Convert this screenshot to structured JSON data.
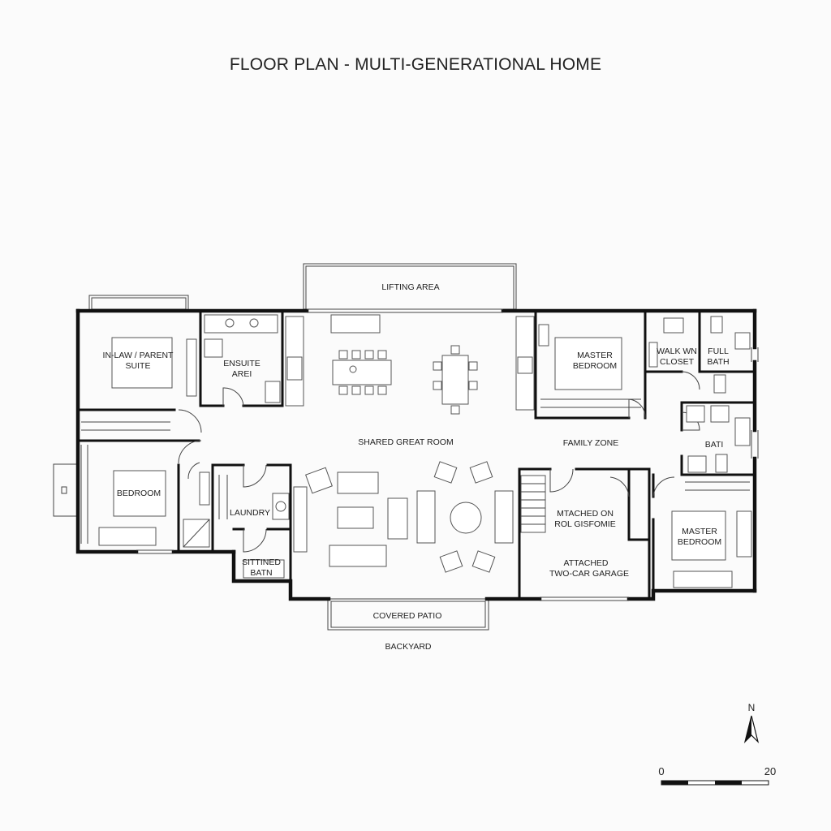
{
  "title": "FLOOR PLAN - MULTI-GENERATIONAL HOME",
  "rooms": {
    "lifting_area": "LIFTING AREA",
    "in_law_suite_line1": "IN-LAW / PARENT",
    "in_law_suite_line2": "SUITE",
    "ensuite_line1": "ENSUITE",
    "ensuite_line2": "AREI",
    "master_bedroom_top_line1": "MASTER",
    "master_bedroom_top_line2": "BEDROOM",
    "walk_in_closet_line1": "WALK WN",
    "walk_in_closet_line2": "CLOSET",
    "full_bath_line1": "FULL",
    "full_bath_line2": "BATH",
    "shared_great_room": "SHARED GREAT ROOM",
    "family_zone": "FAMILY ZONE",
    "bath": "BATI",
    "bedroom": "BEDROOM",
    "laundry": "LAUNDRY",
    "attached_home_line1": "MTACHED ON",
    "attached_home_line2": "ROL GISFOMIE",
    "master_bedroom_bottom_line1": "MASTER",
    "master_bedroom_bottom_line2": "BEDROOM",
    "sitting_bath_line1": "SITTINED",
    "sitting_bath_line2": "BATN",
    "garage_line1": "ATTACHED",
    "garage_line2": "TWO-CAR GARAGE",
    "covered_patio": "COVERED PATIO",
    "backyard": "BACKYARD"
  },
  "north_label": "N",
  "scale": {
    "start": "0",
    "end": "20"
  },
  "colors": {
    "wall": "#111111",
    "line": "#555555",
    "background": "#fbfbfb"
  }
}
